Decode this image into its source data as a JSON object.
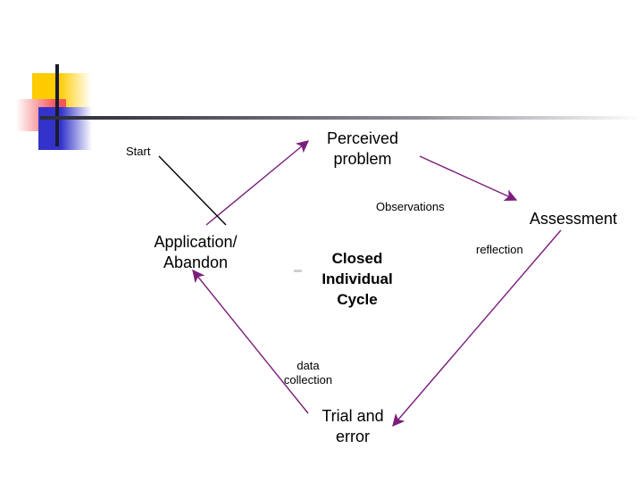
{
  "slide": {
    "title": "Closed Individual Cycle",
    "background_color": "#ffffff"
  },
  "decor": {
    "yellow_color": "#ffcc00",
    "blue_color": "#3333cc",
    "red_color": "#f4565a",
    "bar_color": "#2b2b3b"
  },
  "colors": {
    "arrow_purple": "#7b1f7b",
    "start_line_black": "#000000",
    "text_black": "#000000"
  },
  "center": {
    "line1": "Closed",
    "line2": "Individual",
    "line3": "Cycle"
  },
  "nodes": [
    {
      "id": "perceived-problem",
      "line1": "Perceived",
      "line2": "problem"
    },
    {
      "id": "assessment",
      "line1": "Assessment",
      "line2": ""
    },
    {
      "id": "trial-and-error",
      "line1": "Trial and",
      "line2": "error"
    },
    {
      "id": "application-abandon",
      "line1": "Application/",
      "line2": "Abandon"
    }
  ],
  "edge_labels": [
    {
      "id": "start",
      "line1": "Start",
      "line2": ""
    },
    {
      "id": "observations",
      "line1": "Observations",
      "line2": ""
    },
    {
      "id": "reflection",
      "line1": "reflection",
      "line2": ""
    },
    {
      "id": "data-collection",
      "line1": "data",
      "line2": "collection"
    }
  ]
}
